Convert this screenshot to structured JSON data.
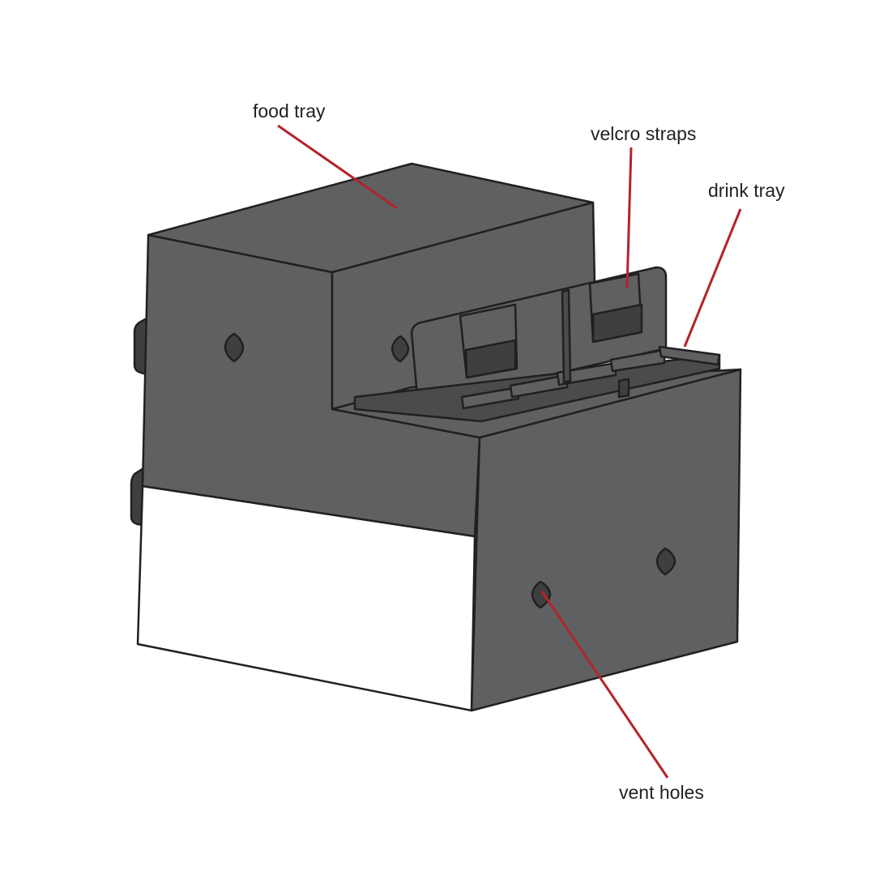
{
  "labels": {
    "food_tray": "food tray",
    "velcro_straps": "velcro straps",
    "drink_tray": "drink tray",
    "vent_holes": "vent holes"
  },
  "colors": {
    "body_fill": "#5f6062",
    "outline": "#231f20",
    "dark_part": "#3e3f41",
    "leader_line": "#b3242a",
    "panel_white": "#ffffff"
  }
}
